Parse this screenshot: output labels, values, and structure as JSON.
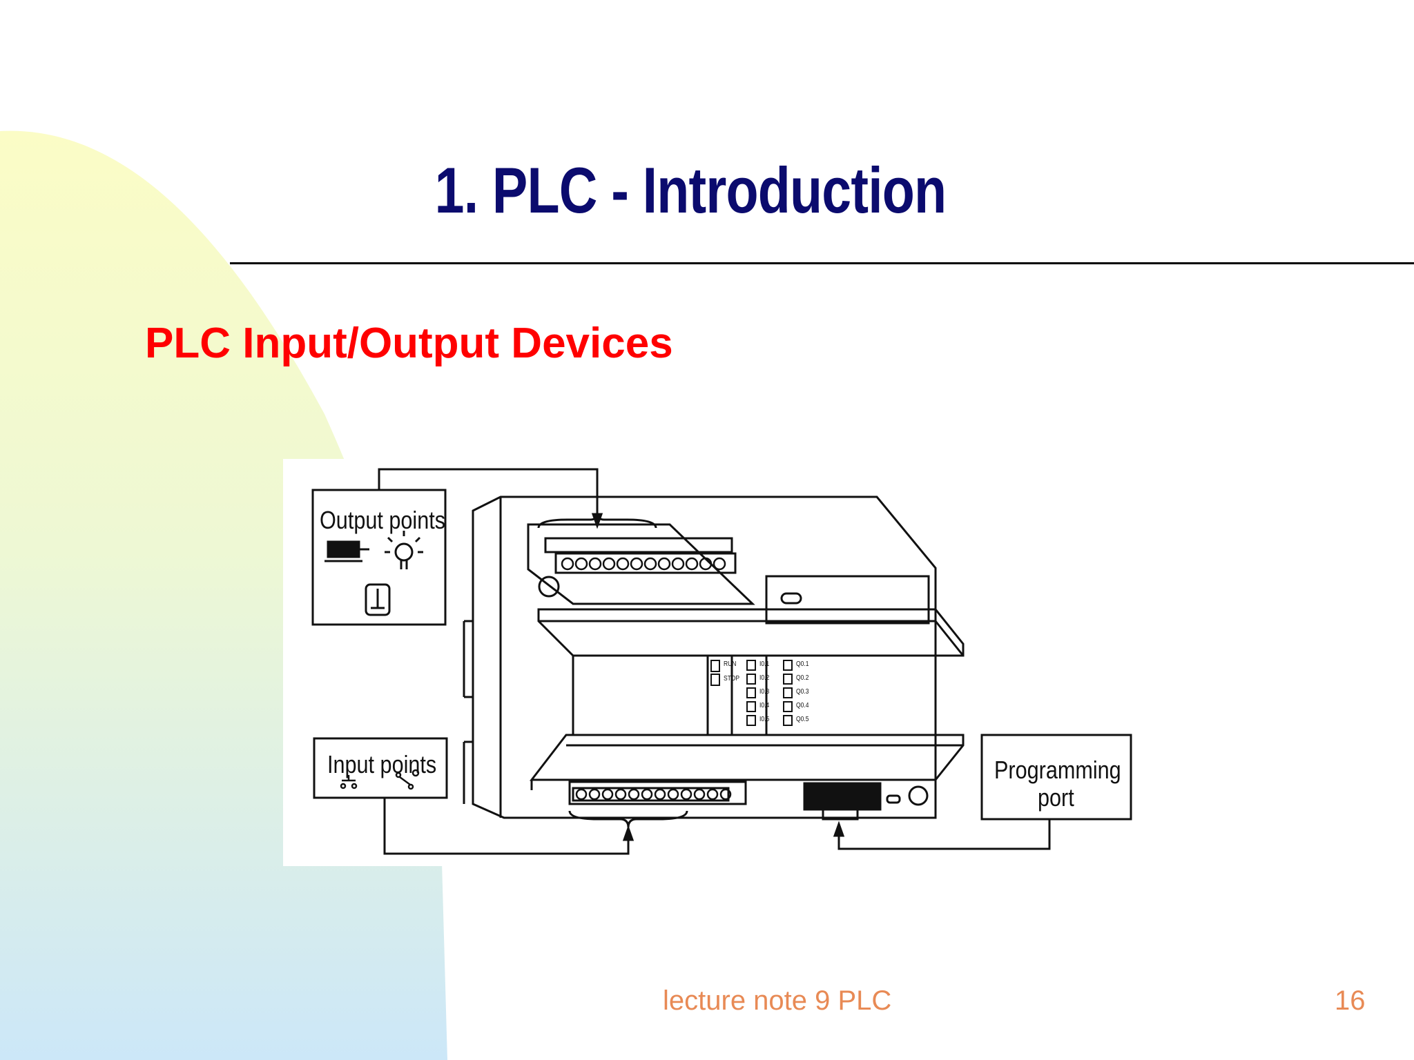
{
  "slide": {
    "title": "1. PLC - Introduction",
    "subtitle": "PLC Input/Output Devices",
    "footer_note": "lecture note 9 PLC",
    "page_number": "16"
  },
  "figure": {
    "output_label": "Output points",
    "input_label": "Input points",
    "programming_label_line1": "Programming",
    "programming_label_line2": "port",
    "led_left": [
      "RUN",
      "STOP"
    ],
    "led_inputs": [
      "I0.1",
      "I0.2",
      "I0.3",
      "I0.4",
      "I0.5"
    ],
    "led_outputs": [
      "Q0.1",
      "Q0.2",
      "Q0.3",
      "Q0.4",
      "Q0.5"
    ]
  },
  "colors": {
    "title": "#0b0b6e",
    "subtitle": "#ff0000",
    "footer": "#e88a55",
    "decor_yellow": "#fbfccc",
    "decor_blue": "#cfe8f7"
  }
}
